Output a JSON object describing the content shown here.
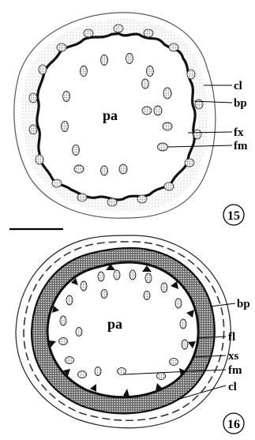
{
  "figures": [
    {
      "number": "15",
      "labels": {
        "center": "pa",
        "cl": "cl",
        "bp": "bp",
        "fx": "fx",
        "fm": "fm"
      }
    },
    {
      "number": "16",
      "labels": {
        "center": "pa",
        "bp": "bp",
        "fl": "fl",
        "xs": "xs",
        "fm": "fm",
        "cl": "cl"
      }
    }
  ],
  "colors": {
    "ink": "#000000",
    "stipple": "#9a9a9a",
    "paper": "#ffffff"
  }
}
